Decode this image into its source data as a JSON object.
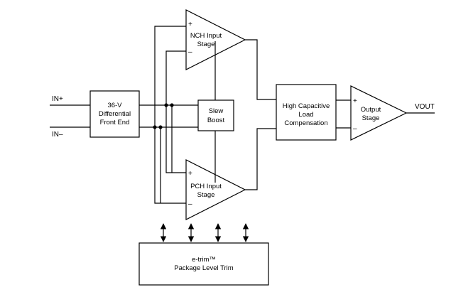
{
  "inputs": {
    "in_plus": "IN+",
    "in_minus": "IN–"
  },
  "output": {
    "label": "VOUT"
  },
  "blocks": {
    "front_end": [
      "36-V",
      "Differential",
      "Front End"
    ],
    "slew_boost": [
      "Slew",
      "Boost"
    ],
    "nch_stage": [
      "NCH Input",
      "Stage"
    ],
    "pch_stage": [
      "PCH Input",
      "Stage"
    ],
    "compensation": [
      "High Capacitive",
      "Load",
      "Compensation"
    ],
    "output_stage": [
      "Output",
      "Stage"
    ],
    "etrim": [
      "e-trim™",
      "Package Level Trim"
    ]
  },
  "signs": {
    "plus": "+",
    "minus": "–"
  },
  "colors": {
    "line": "#000000",
    "background": "#ffffff"
  }
}
